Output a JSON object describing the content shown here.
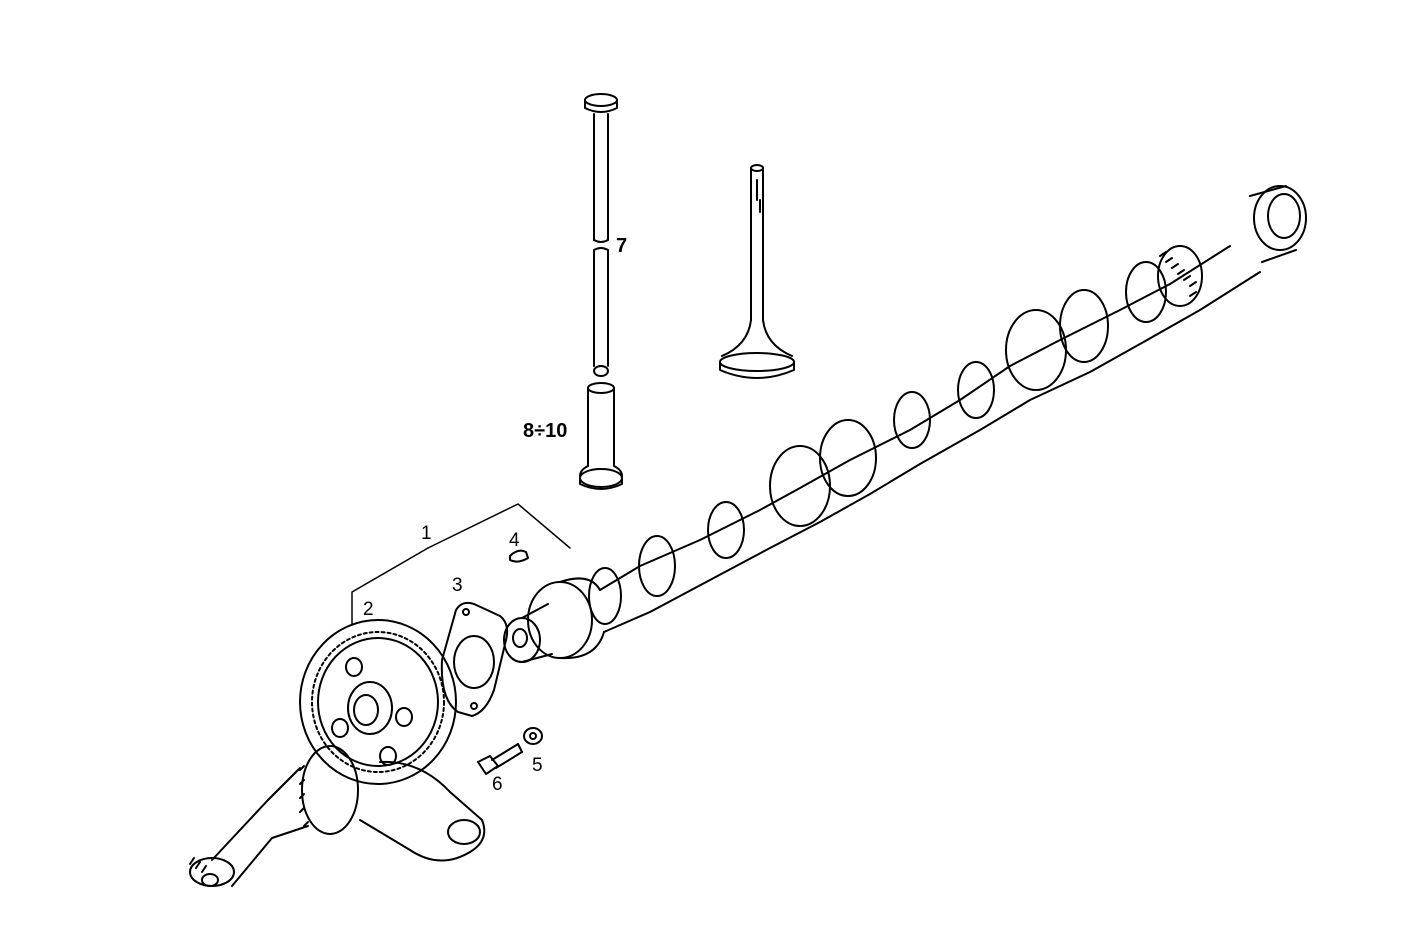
{
  "labels": {
    "part_1": "1",
    "part_2": "2",
    "part_3": "3",
    "part_4": "4",
    "part_5": "5",
    "part_6": "6",
    "part_7": "7",
    "part_8_10": "8÷10"
  },
  "colors": {
    "line": "#000000",
    "background": "#ffffff"
  }
}
